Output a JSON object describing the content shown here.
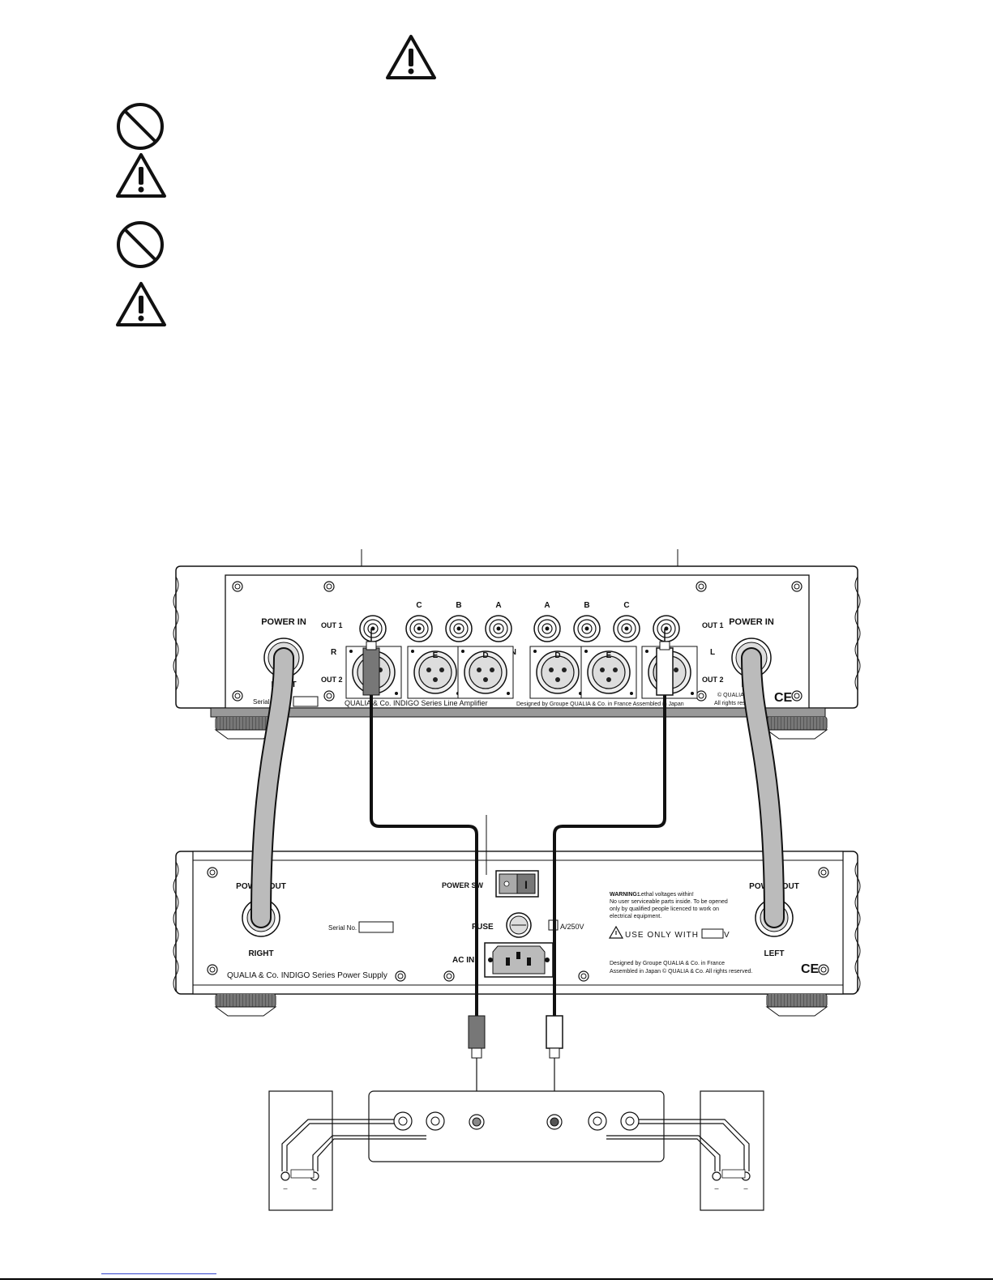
{
  "amp": {
    "power_in": "POWER IN",
    "out1": "OUT 1",
    "out2": "OUT 2",
    "r": "R",
    "l": "L",
    "in": "IN",
    "right_partial": "RIGHT",
    "left_partial": "LEFT",
    "serial_partial": "Serial N",
    "model_line": "QUALIA & Co. INDIGO Series Line Amplifier",
    "designed_line": "Designed by Groupe QUALIA & Co. in France Assembled in Japan",
    "copyright_1": "© QUALIA & Co.",
    "copyright_2": "All rights reserved.",
    "ce": "CE",
    "rca_labels": [
      "C",
      "B",
      "A",
      "A",
      "B",
      "C"
    ],
    "xlr_labels": [
      "E",
      "D",
      "D",
      "E"
    ]
  },
  "psu": {
    "power_out": "POWER OUT",
    "power_sw": "POWER SW",
    "fuse": "FUSE",
    "fuse_rating": "A/250V",
    "ac_in": "AC IN",
    "serial": "Serial No.",
    "right": "RIGHT",
    "left": "LEFT",
    "model_line": "QUALIA & Co. INDIGO Series Power Supply",
    "warning_title": "WARNING:",
    "warning_1": "Lethal voltages within!",
    "warning_2": "No user serviceable parts inside. To be opened",
    "warning_3": "only by qualified people licenced to work on",
    "warning_4": "electrical equipment.",
    "use_only": "USE ONLY WITH",
    "volt_unit": "V",
    "switch_mark": "I",
    "designed_1": "Designed by Groupe QUALIA & Co. in France",
    "designed_2": "Assembled in Japan © QUALIA & Co. All rights reserved.",
    "ce": "CE"
  },
  "speaker": {
    "minus": "–"
  }
}
